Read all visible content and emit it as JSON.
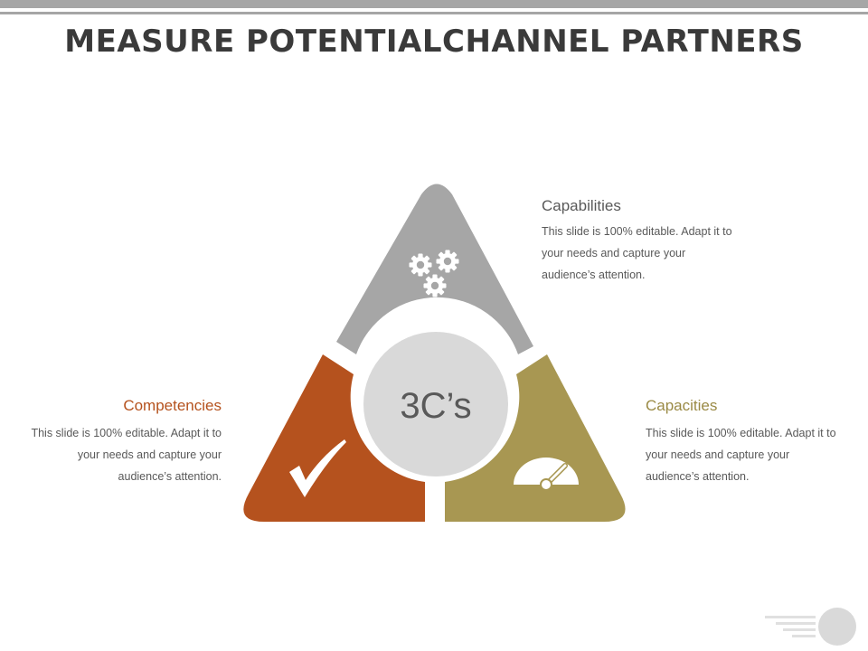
{
  "title": "MEASURE POTENTIALCHANNEL PARTNERS",
  "center_label": "3C’s",
  "colors": {
    "top_bar": "#a6a6a6",
    "title": "#3a3a3a",
    "capabilities": "#a6a6a6",
    "competencies": "#b5521e",
    "capacities": "#a89752",
    "center_circle": "#d9d9d9"
  },
  "segments": [
    {
      "key": "capabilities",
      "heading": "Capabilities",
      "body": "This slide is 100% editable. Adapt it to your needs and capture your audience’s attention.",
      "icon": "gears-icon"
    },
    {
      "key": "competencies",
      "heading": "Competencies",
      "body": "This slide is 100% editable. Adapt it to your needs and capture your audience’s attention.",
      "icon": "checkmark-icon"
    },
    {
      "key": "capacities",
      "heading": "Capacities",
      "body": "This slide is 100% editable. Adapt it to your needs and capture your audience’s attention.",
      "icon": "speedometer-icon"
    }
  ]
}
